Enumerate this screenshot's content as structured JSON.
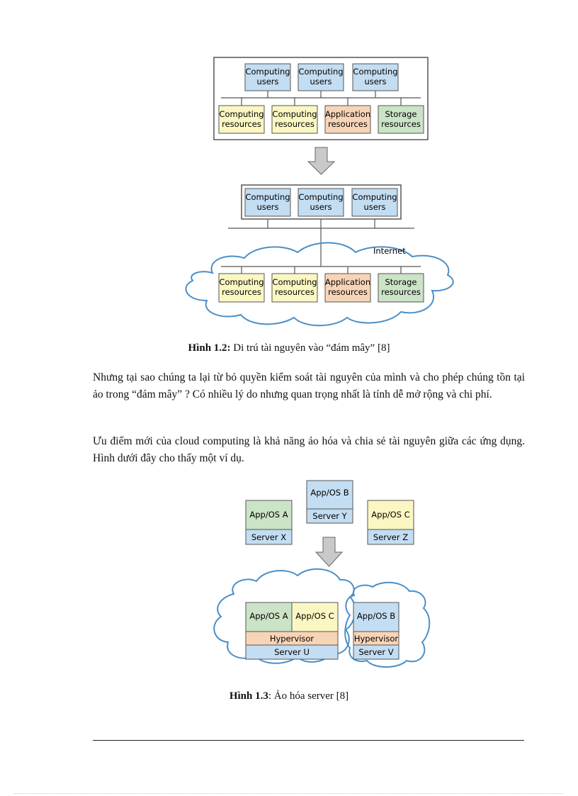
{
  "figure1": {
    "box_labels": {
      "computing_users": [
        "Computing",
        "users"
      ],
      "computing_resources": [
        "Computing",
        "resources"
      ],
      "application_resources": [
        "Application",
        "resources"
      ],
      "storage_resources": [
        "Storage",
        "resources"
      ]
    },
    "internet_label": "Internet",
    "caption_bold": "Hình 1.2:",
    "caption_text": " Di trú tài nguyên vào “đám mây”  [8]"
  },
  "paragraphs": [
    "Nhưng tại sao chúng ta lại từ bỏ quyền kiểm soát tài nguyên của mình và cho phép chúng tồn tại ảo trong “đám mây” ? Có nhiều lý do nhưng quan trọng nhất là tính dễ mở rộng và chi phí.",
    "Ưu điểm mới của cloud computing là khả năng ảo hóa và chia sẻ tài nguyên giữa các ứng dụng. Hình dưới đây cho thấy một ví dụ."
  ],
  "figure2": {
    "app_os_a": "App/OS A",
    "app_os_b": "App/OS B",
    "app_os_c": "App/OS C",
    "server_x": "Server X",
    "server_y": "Server Y",
    "server_z": "Server Z",
    "server_u": "Server U",
    "server_v": "Server V",
    "hypervisor": "Hypervisor",
    "caption_bold": "Hình 1.3",
    "caption_text": ": Ảo hóa server [8]"
  },
  "colors": {
    "blue_box": "#c3ddf2",
    "yellow_box": "#fbf7c2",
    "orange_box": "#f8d4b7",
    "green_box": "#cbe3c6",
    "cloud_stroke": "#4a8fc9",
    "arrow_fill": "#c9c9c9"
  }
}
